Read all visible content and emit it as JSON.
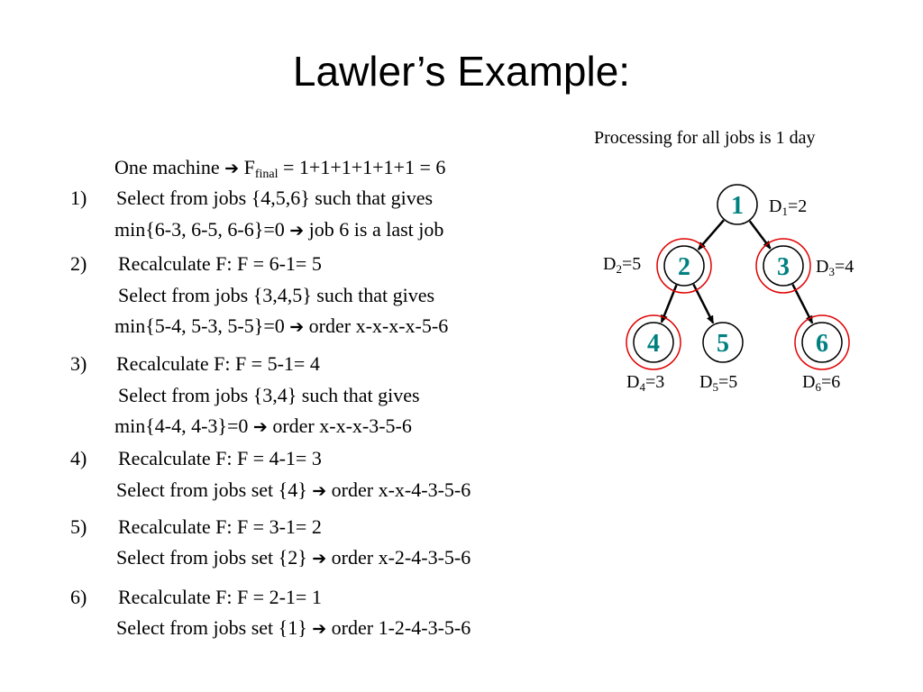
{
  "title": "Lawler’s  Example:",
  "note": "Processing for all jobs is 1 day",
  "arrow_glyph": "➔",
  "intro": {
    "prefix": "One machine",
    "f": "F",
    "f_sub": "final",
    "rest": " = 1+1+1+1+1+1 = 6"
  },
  "steps": [
    {
      "num": "1)",
      "line1": "Select from jobs {4,5,6} such that gives",
      "line2a": "min{6-3, 6-5, 6-6}=0",
      "line2b": "job 6 is a last job"
    },
    {
      "num": "2)",
      "line1": "Recalculate F: F = 6-1= 5",
      "line2": "Select from jobs {3,4,5} such that gives",
      "line3a": "min{5-4, 5-3, 5-5}=0",
      "line3b": "order x-x-x-x-5-6"
    },
    {
      "num": "3)",
      "line1": "Recalculate F: F = 5-1= 4",
      "line2": "Select from jobs {3,4} such that gives",
      "line3a": "min{4-4, 4-3}=0",
      "line3b": "order x-x-x-3-5-6"
    },
    {
      "num": "4)",
      "line1": "Recalculate F: F = 4-1= 3",
      "line2a": "Select from jobs set {4}",
      "line2b": "order x-x-4-3-5-6"
    },
    {
      "num": "5)",
      "line1": "Recalculate F: F = 3-1= 2",
      "line2a": "Select from jobs set {2}",
      "line2b": "order x-2-4-3-5-6"
    },
    {
      "num": "6)",
      "line1": "Recalculate F: F = 2-1= 1",
      "line2a": "Select from jobs set {1}",
      "line2b": "order 1-2-4-3-5-6"
    }
  ],
  "tree": {
    "node_color": "#008080",
    "highlight_color": "#e00000",
    "nodes": [
      {
        "id": "1",
        "highlighted": false
      },
      {
        "id": "2",
        "highlighted": true
      },
      {
        "id": "3",
        "highlighted": true
      },
      {
        "id": "4",
        "highlighted": true
      },
      {
        "id": "5",
        "highlighted": false
      },
      {
        "id": "6",
        "highlighted": true
      }
    ],
    "edges": [
      [
        "1",
        "2"
      ],
      [
        "1",
        "3"
      ],
      [
        "2",
        "4"
      ],
      [
        "2",
        "5"
      ],
      [
        "3",
        "6"
      ]
    ],
    "deadlines": [
      {
        "d": "D",
        "sub": "1",
        "val": "=2"
      },
      {
        "d": "D",
        "sub": "2",
        "val": "=5"
      },
      {
        "d": "D",
        "sub": "3",
        "val": "=4"
      },
      {
        "d": "D",
        "sub": "4",
        "val": "=3"
      },
      {
        "d": "D",
        "sub": "5",
        "val": "=5"
      },
      {
        "d": "D",
        "sub": "6",
        "val": "=6"
      }
    ]
  }
}
